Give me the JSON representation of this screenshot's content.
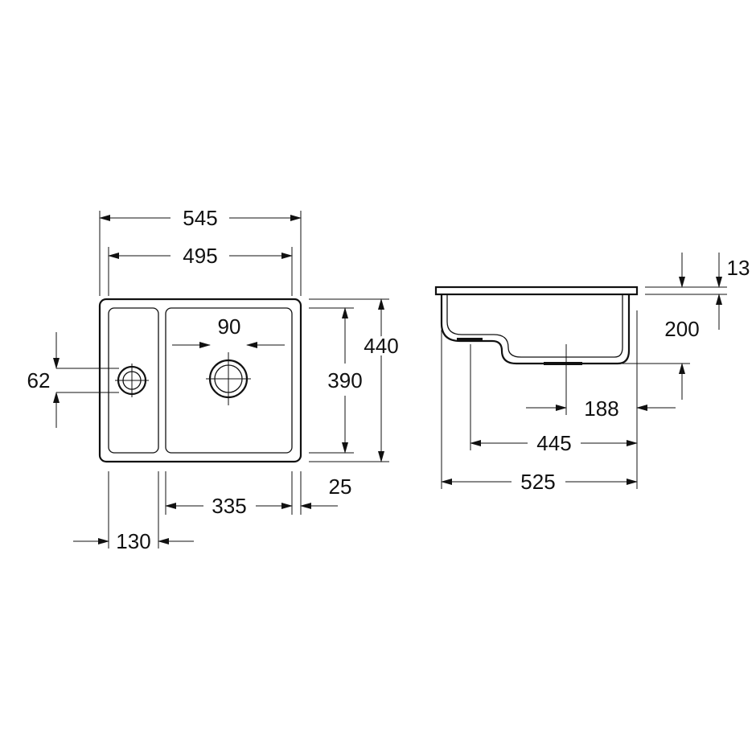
{
  "drawing": {
    "line_color": "#111111",
    "background": "#ffffff",
    "top_view": {
      "dim_overall_width": "545",
      "dim_inner_width": "495",
      "dim_overall_depth": "440",
      "dim_inner_depth": "390",
      "dim_drain_spacing": "90",
      "dim_small_drain": "62",
      "dim_main_bowl_width": "335",
      "dim_right_margin": "25",
      "dim_small_bowl_width": "130"
    },
    "side_view": {
      "dim_rim_thickness": "13",
      "dim_bowl_depth": "200",
      "dim_drain_offset": "188",
      "dim_bottom_width": "445",
      "dim_overall_length": "525"
    }
  }
}
